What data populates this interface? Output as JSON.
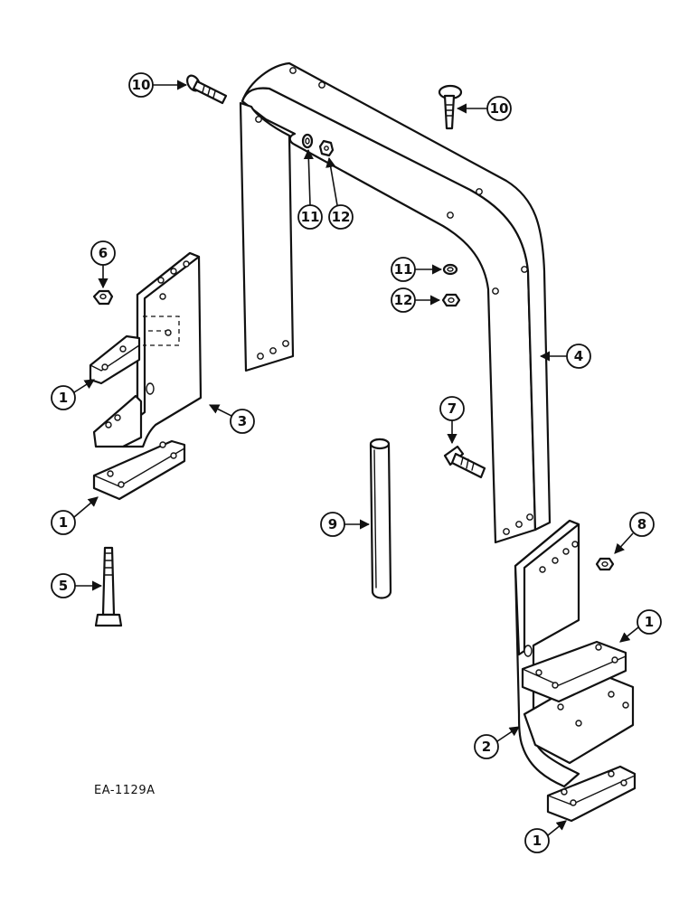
{
  "figure": {
    "reference_code": "EA-1129A"
  },
  "callouts": {
    "c10a": "10",
    "c10b": "10",
    "c11a": "11",
    "c12a": "12",
    "c6": "6",
    "c11b": "11",
    "c12b": "12",
    "c4": "4",
    "c1a": "1",
    "c3": "3",
    "c7": "7",
    "c1b": "1",
    "c9": "9",
    "c8": "8",
    "c5": "5",
    "c1c": "1",
    "c2": "2",
    "c1d": "1"
  }
}
